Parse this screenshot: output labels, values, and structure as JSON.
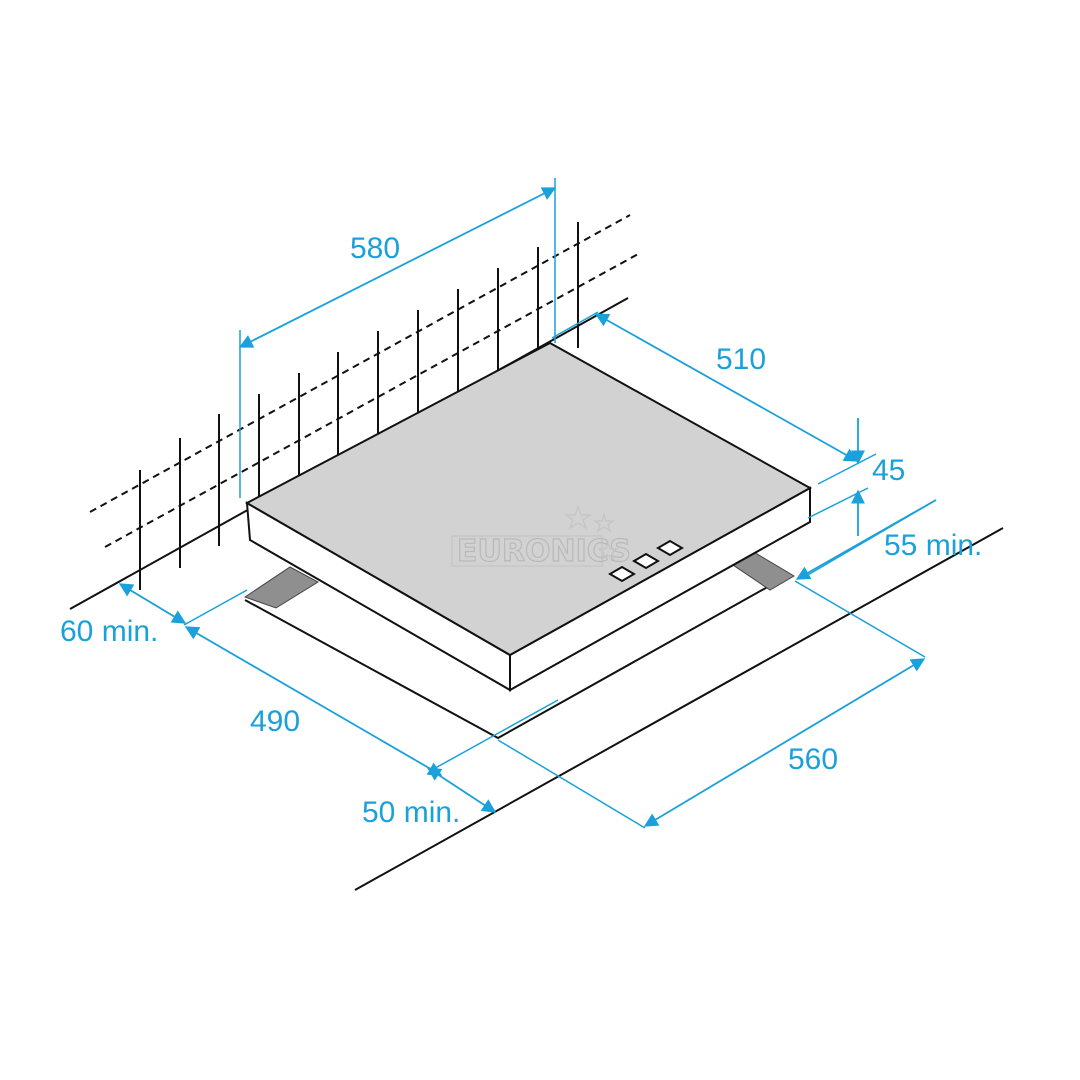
{
  "dimensions": {
    "width_580": "580",
    "depth_510": "510",
    "height_45": "45",
    "rear_clearance_55": "55 min.",
    "side_clearance_60": "60 min.",
    "cutout_490": "490",
    "front_clearance_50": "50 min.",
    "cutout_560": "560"
  },
  "watermark": {
    "text": "EURONICS"
  },
  "colors": {
    "dimension": "#1aa0db",
    "outline": "#111111",
    "hob_top": "#d2d2d2",
    "cutout_shadow": "#8f8f8f",
    "watermark": "#b9b9b9"
  },
  "icons": {
    "arrow": "dimension-arrowhead",
    "control_knob": "square-control-knob"
  }
}
